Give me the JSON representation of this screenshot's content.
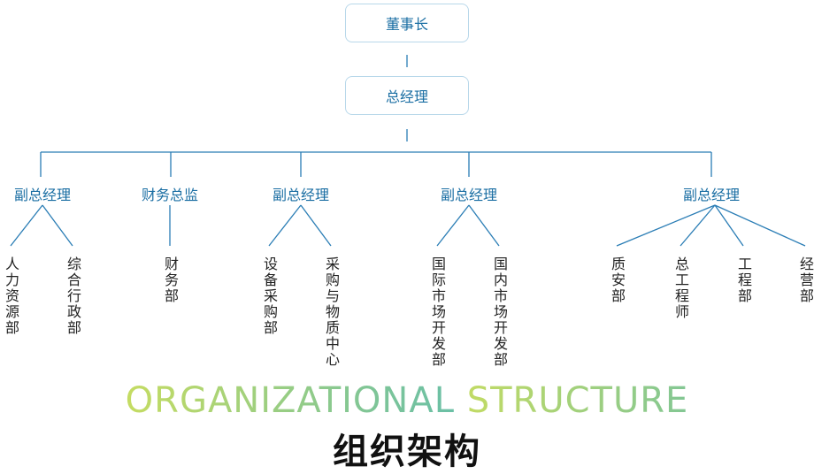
{
  "chart": {
    "chairman": "董事长",
    "gm": "总经理",
    "vps": [
      {
        "label": "副总经理",
        "depts": [
          "人力资源部",
          "综合行政部"
        ]
      },
      {
        "label": "财务总监",
        "depts": [
          "财务部"
        ]
      },
      {
        "label": "副总经理",
        "depts": [
          "设备采购部",
          "采购与物质中心"
        ]
      },
      {
        "label": "副总经理",
        "depts": [
          "国际市场开发部",
          "国内市场开发部"
        ]
      },
      {
        "label": "副总经理",
        "depts": [
          "质安部",
          "总工程师",
          "工程部",
          "经营部"
        ]
      }
    ]
  },
  "titles": {
    "english_part1": "ORGANIZATIONAL",
    "english_part2": " STRUCTURE",
    "chinese": "组织架构"
  },
  "colors": {
    "line": "#2a7db5",
    "node_text": "#1a6ea3",
    "node_border": "#b8d8ea",
    "gradient": [
      "#c5dc62",
      "#7bc49a",
      "#3cb3c8"
    ]
  }
}
